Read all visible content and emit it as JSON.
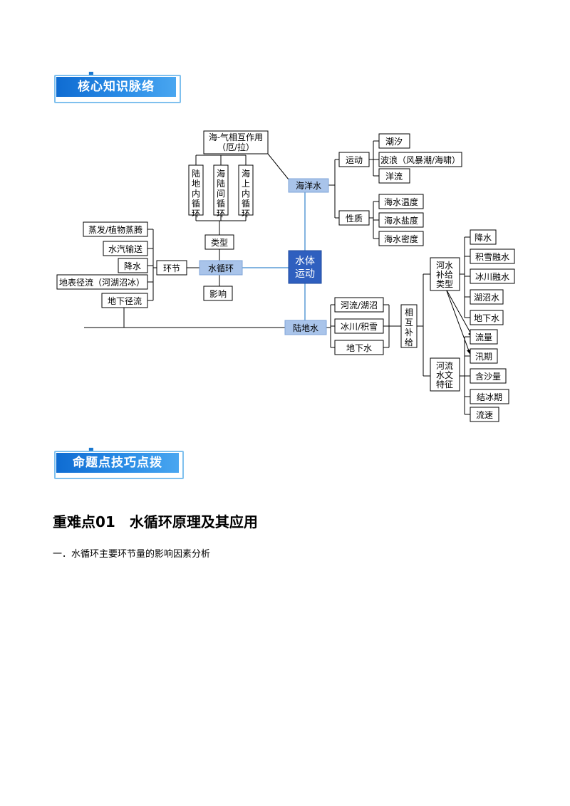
{
  "banners": {
    "knowledge": "核心知识脉络",
    "skills": "命题点技巧点拨"
  },
  "diagram": {
    "center": [
      "水体",
      "运动"
    ],
    "ocean": "海洋水",
    "land_water": "陆地水",
    "water_cycle": "水循环",
    "air_sea": [
      "海-气相互作用",
      "（厄/拉）"
    ],
    "cycle_types": [
      "陆地内循环",
      "海陆间循环",
      "海上内循环"
    ],
    "type_label": "类型",
    "influence": "影响",
    "link": "环节",
    "links": [
      "蒸发/植物蒸腾",
      "水汽输送",
      "降水",
      "地表径流（河湖沼冰）",
      "地下径流"
    ],
    "ocean_groups": {
      "motion": "运动",
      "motion_items": [
        "潮汐",
        "波浪（风暴潮/海啸）",
        "洋流"
      ],
      "property": "性质",
      "property_items": [
        "海水温度",
        "海水盐度",
        "海水密度"
      ]
    },
    "land_items": [
      "河流/湖沼",
      "冰川/积雪",
      "地下水"
    ],
    "mutual": "相互补给",
    "river_supply": "河水补给类型",
    "supply_items": [
      "降水",
      "积雪融水",
      "冰川融水",
      "湖沼水",
      "地下水"
    ],
    "river_hydro": "河流水文特征",
    "hydro_items": [
      "流量",
      "汛期",
      "含沙量",
      "结冰期",
      "流速"
    ]
  },
  "section": {
    "title": "重难点01　水循环原理及其应用",
    "subtitle": "一．水循环主要环节量的影响因素分析"
  }
}
